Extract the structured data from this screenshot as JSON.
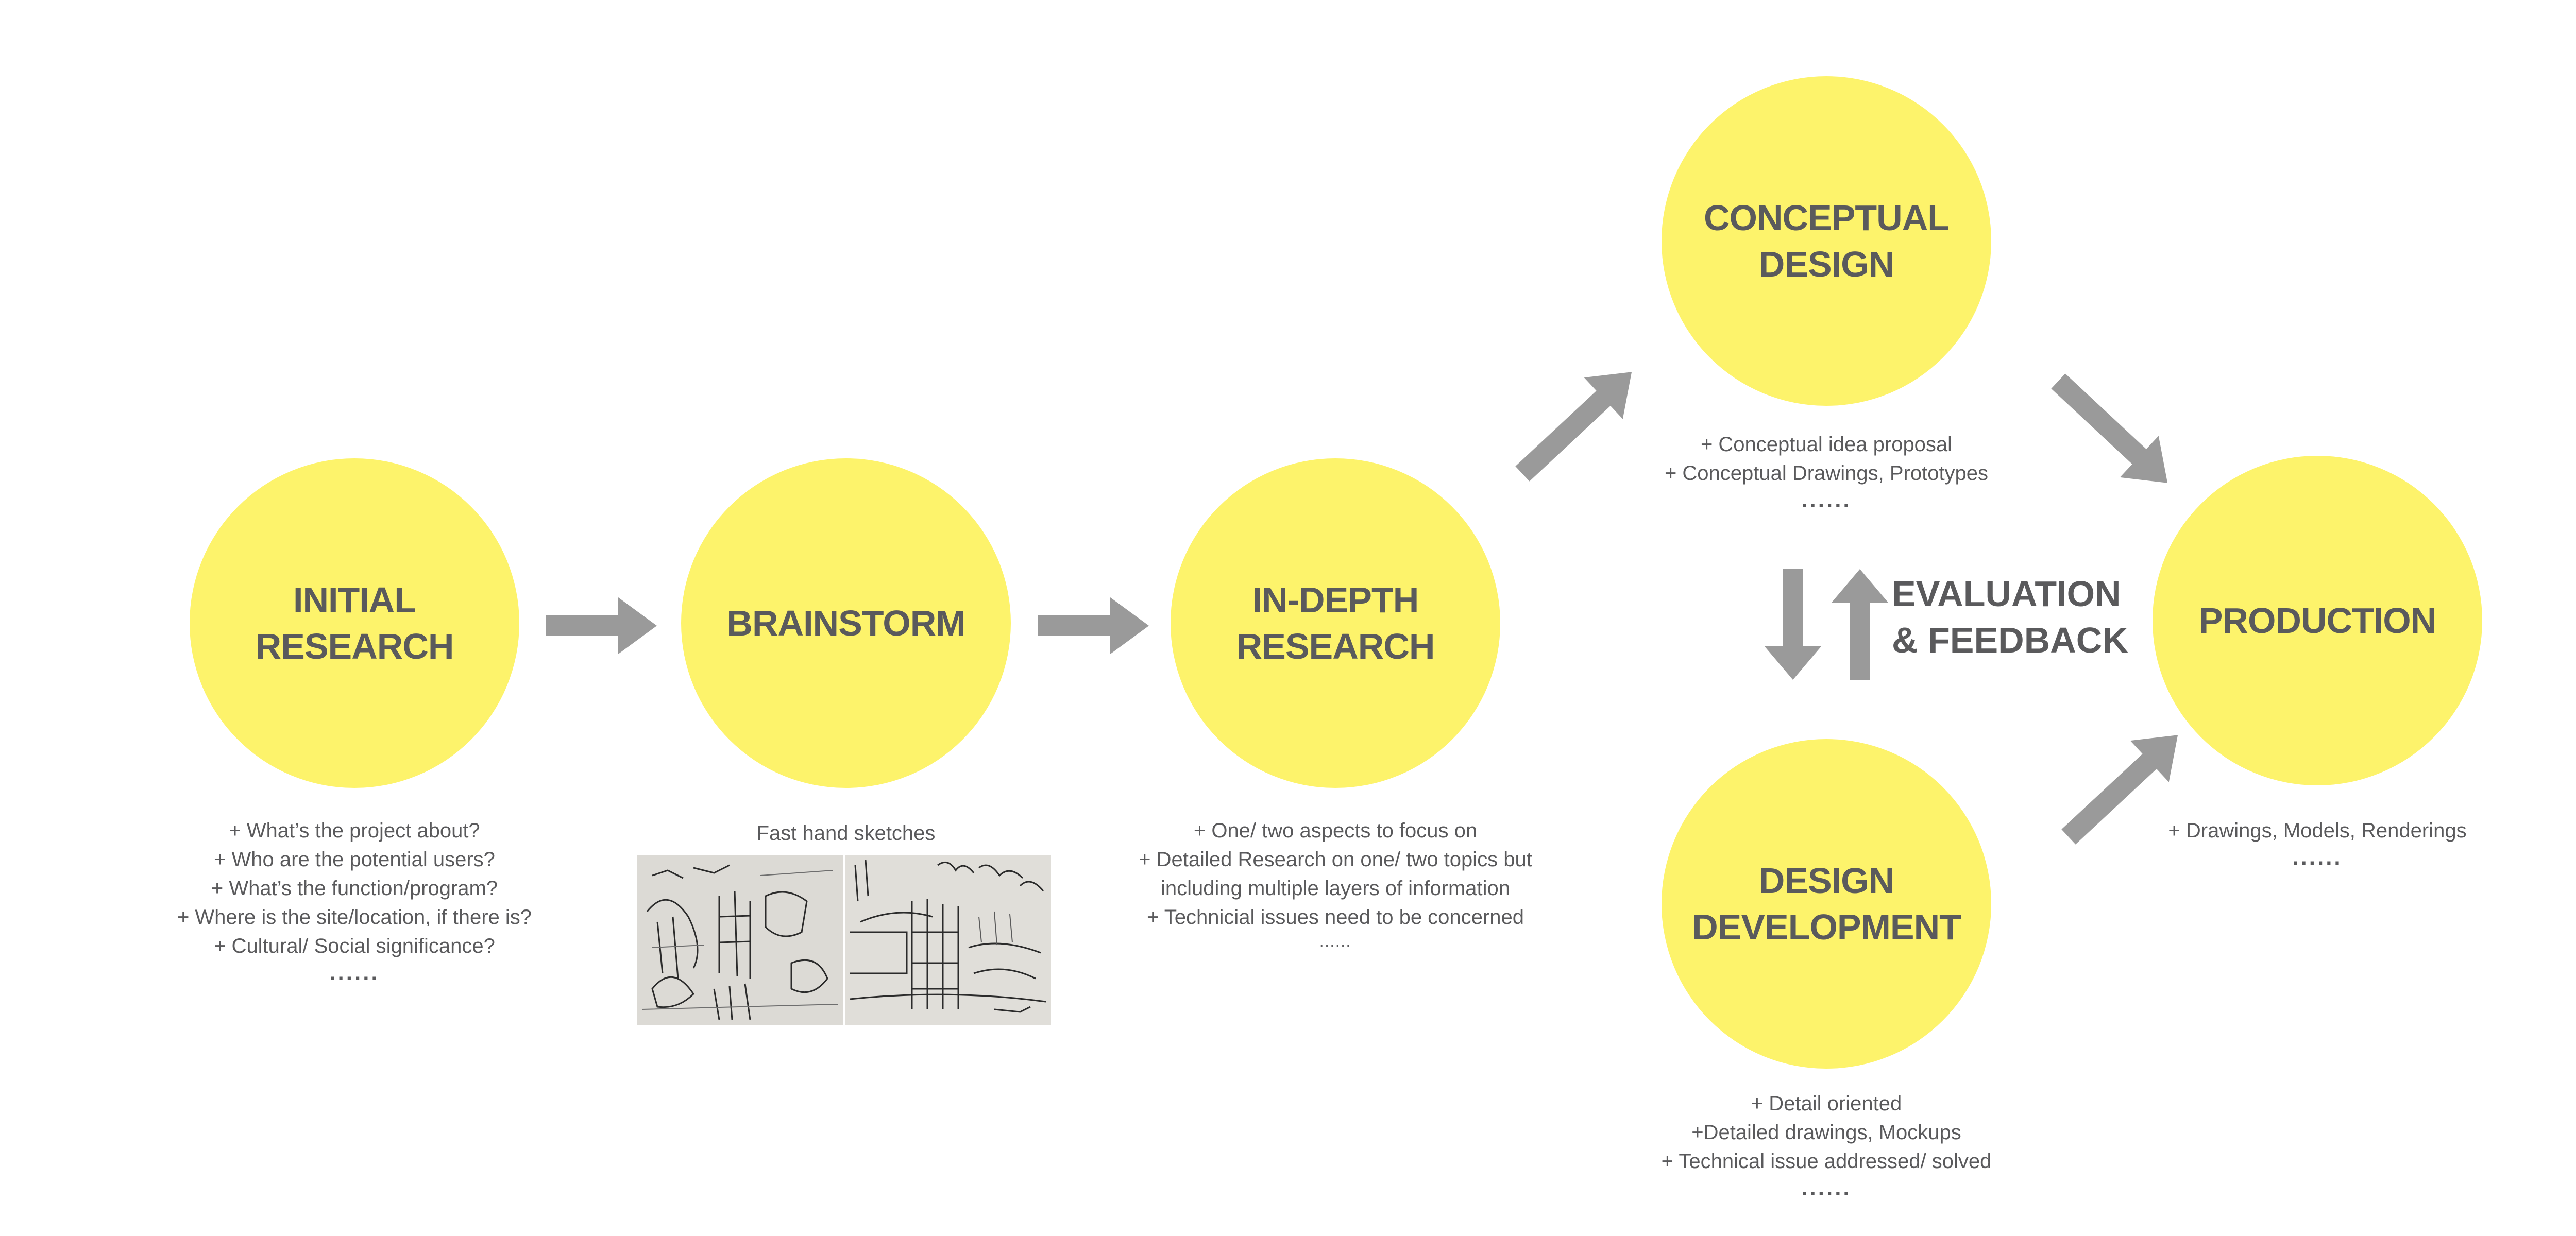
{
  "nodes": {
    "initial_research": {
      "title": "INITIAL\nRESEARCH"
    },
    "brainstorm": {
      "title": "BRAINSTORM"
    },
    "in_depth_research": {
      "title": "IN-DEPTH\nRESEARCH"
    },
    "conceptual_design": {
      "title": "CONCEPTUAL\nDESIGN"
    },
    "design_development": {
      "title": "DESIGN\nDEVELOPMENT"
    },
    "production": {
      "title": "PRODUCTION"
    }
  },
  "descriptions": {
    "initial_research": {
      "lines": [
        "+ What’s the project about?",
        "+ Who are the potential users?",
        "+ What’s the function/program?",
        "+ Where is the site/location, if there is?",
        "+ Cultural/ Social significance?"
      ],
      "ellipsis": "......"
    },
    "brainstorm": {
      "caption": "Fast hand sketches"
    },
    "in_depth_research": {
      "lines": [
        "+ One/ two aspects to focus on",
        "+ Detailed Research on one/ two topics but",
        "including multiple layers of information",
        "+ Technicial issues need to be concerned"
      ],
      "ellipsis": "......"
    },
    "conceptual_design": {
      "lines": [
        "+ Conceptual idea proposal",
        "+ Conceptual Drawings, Prototypes"
      ],
      "ellipsis": "......"
    },
    "design_development": {
      "lines": [
        "+ Detail oriented",
        "+Detailed drawings, Mockups",
        "+ Technical issue addressed/ solved"
      ],
      "ellipsis": "......"
    },
    "production": {
      "lines": [
        "+ Drawings, Models, Renderings"
      ],
      "ellipsis": "......"
    }
  },
  "evaluation": {
    "line1": "EVALUATION",
    "line2": "& FEEDBACK"
  },
  "colors": {
    "node_fill": "#fdf36b",
    "arrow": "#9a9a9a",
    "text": "#5a5a5c"
  }
}
